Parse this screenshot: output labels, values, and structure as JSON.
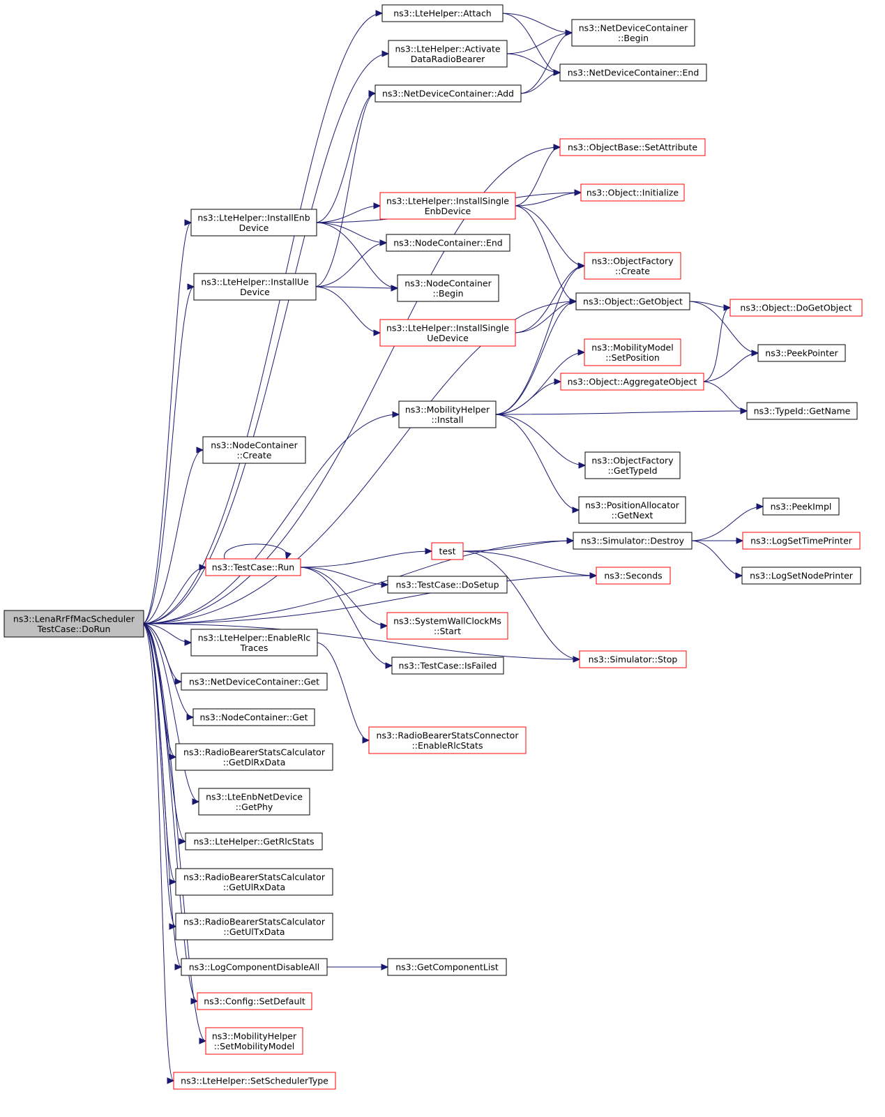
{
  "diagram": {
    "type": "call-graph",
    "root": "n_root",
    "nodes": {
      "n_root": {
        "lines": [
          "ns3::LenaRrFfMacScheduler",
          "TestCase::DoRun"
        ],
        "border": "gray"
      },
      "n_attach": {
        "lines": [
          "ns3::LteHelper::Attach"
        ],
        "border": "black"
      },
      "n_activate": {
        "lines": [
          "ns3::LteHelper::Activate",
          "DataRadioBearer"
        ],
        "border": "black"
      },
      "n_ndc_add": {
        "lines": [
          "ns3::NetDeviceContainer::Add"
        ],
        "border": "black"
      },
      "n_ndc_begin": {
        "lines": [
          "ns3::NetDeviceContainer",
          "::Begin"
        ],
        "border": "black"
      },
      "n_ndc_end": {
        "lines": [
          "ns3::NetDeviceContainer::End"
        ],
        "border": "black"
      },
      "n_setattr": {
        "lines": [
          "ns3::ObjectBase::SetAttribute"
        ],
        "border": "red"
      },
      "n_installenb": {
        "lines": [
          "ns3::LteHelper::InstallEnb",
          "Device"
        ],
        "border": "black"
      },
      "n_installsingleenb": {
        "lines": [
          "ns3::LteHelper::InstallSingle",
          "EnbDevice"
        ],
        "border": "red"
      },
      "n_obj_init": {
        "lines": [
          "ns3::Object::Initialize"
        ],
        "border": "red"
      },
      "n_nc_end": {
        "lines": [
          "ns3::NodeContainer::End"
        ],
        "border": "black"
      },
      "n_of_create": {
        "lines": [
          "ns3::ObjectFactory",
          "::Create"
        ],
        "border": "red"
      },
      "n_installue": {
        "lines": [
          "ns3::LteHelper::InstallUe",
          "Device"
        ],
        "border": "black"
      },
      "n_nc_begin": {
        "lines": [
          "ns3::NodeContainer",
          "::Begin"
        ],
        "border": "black"
      },
      "n_getobject": {
        "lines": [
          "ns3::Object::GetObject"
        ],
        "border": "black"
      },
      "n_dogetobject": {
        "lines": [
          "ns3::Object::DoGetObject"
        ],
        "border": "red"
      },
      "n_installsingleue": {
        "lines": [
          "ns3::LteHelper::InstallSingle",
          "UeDevice"
        ],
        "border": "red"
      },
      "n_mm_setpos": {
        "lines": [
          "ns3::MobilityModel",
          "::SetPosition"
        ],
        "border": "red"
      },
      "n_peekpointer": {
        "lines": [
          "ns3::PeekPointer"
        ],
        "border": "black"
      },
      "n_aggregate": {
        "lines": [
          "ns3::Object::AggregateObject"
        ],
        "border": "red"
      },
      "n_mh_install": {
        "lines": [
          "ns3::MobilityHelper",
          "::Install"
        ],
        "border": "black"
      },
      "n_typeid_getname": {
        "lines": [
          "ns3::TypeId::GetName"
        ],
        "border": "black"
      },
      "n_nc_create": {
        "lines": [
          "ns3::NodeContainer",
          "::Create"
        ],
        "border": "black"
      },
      "n_of_gettypeid": {
        "lines": [
          "ns3::ObjectFactory",
          "::GetTypeId"
        ],
        "border": "black"
      },
      "n_pa_getnext": {
        "lines": [
          "ns3::PositionAllocator",
          "::GetNext"
        ],
        "border": "black"
      },
      "n_peekimpl": {
        "lines": [
          "ns3::PeekImpl"
        ],
        "border": "black"
      },
      "n_sim_destroy": {
        "lines": [
          "ns3::Simulator::Destroy"
        ],
        "border": "black"
      },
      "n_logsettime": {
        "lines": [
          "ns3::LogSetTimePrinter"
        ],
        "border": "red"
      },
      "n_test": {
        "lines": [
          "test"
        ],
        "border": "red"
      },
      "n_tc_run": {
        "lines": [
          "ns3::TestCase::Run"
        ],
        "border": "red"
      },
      "n_seconds": {
        "lines": [
          "ns3::Seconds"
        ],
        "border": "red"
      },
      "n_logsetnode": {
        "lines": [
          "ns3::LogSetNodePrinter"
        ],
        "border": "black"
      },
      "n_tc_dosetup": {
        "lines": [
          "ns3::TestCase::DoSetup"
        ],
        "border": "black"
      },
      "n_swc_start": {
        "lines": [
          "ns3::SystemWallClockMs",
          "::Start"
        ],
        "border": "red"
      },
      "n_enablerlc": {
        "lines": [
          "ns3::LteHelper::EnableRlc",
          "Traces"
        ],
        "border": "black"
      },
      "n_sim_stop": {
        "lines": [
          "ns3::Simulator::Stop"
        ],
        "border": "red"
      },
      "n_tc_isfailed": {
        "lines": [
          "ns3::TestCase::IsFailed"
        ],
        "border": "black"
      },
      "n_ndc_get": {
        "lines": [
          "ns3::NetDeviceContainer::Get"
        ],
        "border": "black"
      },
      "n_nc_get": {
        "lines": [
          "ns3::NodeContainer::Get"
        ],
        "border": "black"
      },
      "n_rbsc_enable": {
        "lines": [
          "ns3::RadioBearerStatsConnector",
          "::EnableRlcStats"
        ],
        "border": "red"
      },
      "n_rbsc_getdlrx": {
        "lines": [
          "ns3::RadioBearerStatsCalculator",
          "::GetDlRxData"
        ],
        "border": "black"
      },
      "n_lteenb_getphy": {
        "lines": [
          "ns3::LteEnbNetDevice",
          "::GetPhy"
        ],
        "border": "black"
      },
      "n_getrlcstats": {
        "lines": [
          "ns3::LteHelper::GetRlcStats"
        ],
        "border": "black"
      },
      "n_rbsc_getulrx": {
        "lines": [
          "ns3::RadioBearerStatsCalculator",
          "::GetUlRxData"
        ],
        "border": "black"
      },
      "n_rbsc_getultx": {
        "lines": [
          "ns3::RadioBearerStatsCalculator",
          "::GetUlTxData"
        ],
        "border": "black"
      },
      "n_logdisableall": {
        "lines": [
          "ns3::LogComponentDisableAll"
        ],
        "border": "black"
      },
      "n_getcomplist": {
        "lines": [
          "ns3::GetComponentList"
        ],
        "border": "black"
      },
      "n_config_setdefault": {
        "lines": [
          "ns3::Config::SetDefault"
        ],
        "border": "red"
      },
      "n_mh_setmm": {
        "lines": [
          "ns3::MobilityHelper",
          "::SetMobilityModel"
        ],
        "border": "red"
      },
      "n_setsched": {
        "lines": [
          "ns3::LteHelper::SetSchedulerType"
        ],
        "border": "red"
      }
    },
    "edges": [
      [
        "n_root",
        "n_attach"
      ],
      [
        "n_root",
        "n_activate"
      ],
      [
        "n_root",
        "n_setattr"
      ],
      [
        "n_root",
        "n_installenb"
      ],
      [
        "n_root",
        "n_installue"
      ],
      [
        "n_root",
        "n_getobject"
      ],
      [
        "n_root",
        "n_mh_install"
      ],
      [
        "n_root",
        "n_nc_create"
      ],
      [
        "n_root",
        "n_sim_destroy"
      ],
      [
        "n_root",
        "n_seconds"
      ],
      [
        "n_root",
        "n_tc_run"
      ],
      [
        "n_root",
        "n_sim_stop"
      ],
      [
        "n_root",
        "n_enablerlc"
      ],
      [
        "n_root",
        "n_ndc_get"
      ],
      [
        "n_root",
        "n_nc_get"
      ],
      [
        "n_root",
        "n_rbsc_getdlrx"
      ],
      [
        "n_root",
        "n_lteenb_getphy"
      ],
      [
        "n_root",
        "n_getrlcstats"
      ],
      [
        "n_root",
        "n_rbsc_getulrx"
      ],
      [
        "n_root",
        "n_rbsc_getultx"
      ],
      [
        "n_root",
        "n_logdisableall"
      ],
      [
        "n_root",
        "n_config_setdefault"
      ],
      [
        "n_root",
        "n_mh_setmm"
      ],
      [
        "n_root",
        "n_setsched"
      ],
      [
        "n_attach",
        "n_ndc_begin"
      ],
      [
        "n_attach",
        "n_ndc_end"
      ],
      [
        "n_activate",
        "n_ndc_begin"
      ],
      [
        "n_activate",
        "n_ndc_end"
      ],
      [
        "n_ndc_add",
        "n_ndc_begin"
      ],
      [
        "n_ndc_add",
        "n_ndc_end"
      ],
      [
        "n_installenb",
        "n_ndc_add"
      ],
      [
        "n_installenb",
        "n_installsingleenb"
      ],
      [
        "n_installenb",
        "n_obj_init"
      ],
      [
        "n_installenb",
        "n_nc_end"
      ],
      [
        "n_installenb",
        "n_nc_begin"
      ],
      [
        "n_installsingleenb",
        "n_setattr"
      ],
      [
        "n_installsingleenb",
        "n_obj_init"
      ],
      [
        "n_installsingleenb",
        "n_of_create"
      ],
      [
        "n_installsingleenb",
        "n_getobject"
      ],
      [
        "n_installue",
        "n_ndc_add"
      ],
      [
        "n_installue",
        "n_nc_end"
      ],
      [
        "n_installue",
        "n_nc_begin"
      ],
      [
        "n_installue",
        "n_installsingleue"
      ],
      [
        "n_installsingleue",
        "n_of_create"
      ],
      [
        "n_installsingleue",
        "n_getobject"
      ],
      [
        "n_getobject",
        "n_dogetobject"
      ],
      [
        "n_getobject",
        "n_peekpointer"
      ],
      [
        "n_aggregate",
        "n_dogetobject"
      ],
      [
        "n_aggregate",
        "n_peekpointer"
      ],
      [
        "n_aggregate",
        "n_typeid_getname"
      ],
      [
        "n_mh_install",
        "n_of_create"
      ],
      [
        "n_mh_install",
        "n_getobject"
      ],
      [
        "n_mh_install",
        "n_mm_setpos"
      ],
      [
        "n_mh_install",
        "n_aggregate"
      ],
      [
        "n_mh_install",
        "n_typeid_getname"
      ],
      [
        "n_mh_install",
        "n_of_gettypeid"
      ],
      [
        "n_mh_install",
        "n_pa_getnext"
      ],
      [
        "n_sim_destroy",
        "n_peekimpl"
      ],
      [
        "n_sim_destroy",
        "n_logsettime"
      ],
      [
        "n_sim_destroy",
        "n_logsetnode"
      ],
      [
        "n_test",
        "n_sim_destroy"
      ],
      [
        "n_test",
        "n_seconds"
      ],
      [
        "n_test",
        "n_sim_stop"
      ],
      [
        "n_tc_run",
        "n_tc_run"
      ],
      [
        "n_tc_run",
        "n_test"
      ],
      [
        "n_tc_run",
        "n_tc_dosetup"
      ],
      [
        "n_tc_run",
        "n_swc_start"
      ],
      [
        "n_tc_run",
        "n_tc_isfailed"
      ],
      [
        "n_enablerlc",
        "n_rbsc_enable"
      ],
      [
        "n_logdisableall",
        "n_getcomplist"
      ]
    ]
  }
}
